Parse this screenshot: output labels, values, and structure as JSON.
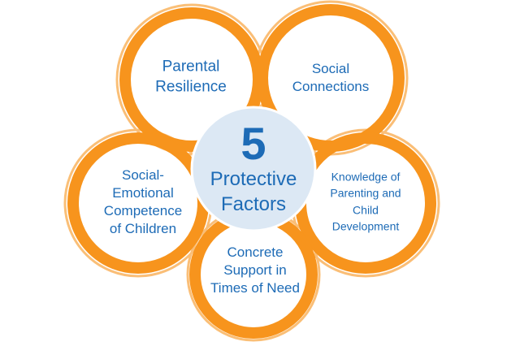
{
  "center": {
    "number": "5",
    "line1": "Protective",
    "line2": "Factors"
  },
  "factors": [
    {
      "line1": "Parental",
      "line2": "Resilience"
    },
    {
      "line1": "Social",
      "line2": "Connections"
    },
    {
      "line1": "Social-",
      "line2": "Emotional",
      "line3": "Competence",
      "line4": "of Children"
    },
    {
      "line1": "Knowledge of",
      "line2": "Parenting and",
      "line3": "Child",
      "line4": "Development"
    },
    {
      "line1": "Concrete",
      "line2": "Support in",
      "line3": "Times of Need"
    }
  ],
  "colors": {
    "ring": "#f7941d",
    "center_fill": "#dce8f4",
    "text": "#1d6bb6"
  }
}
